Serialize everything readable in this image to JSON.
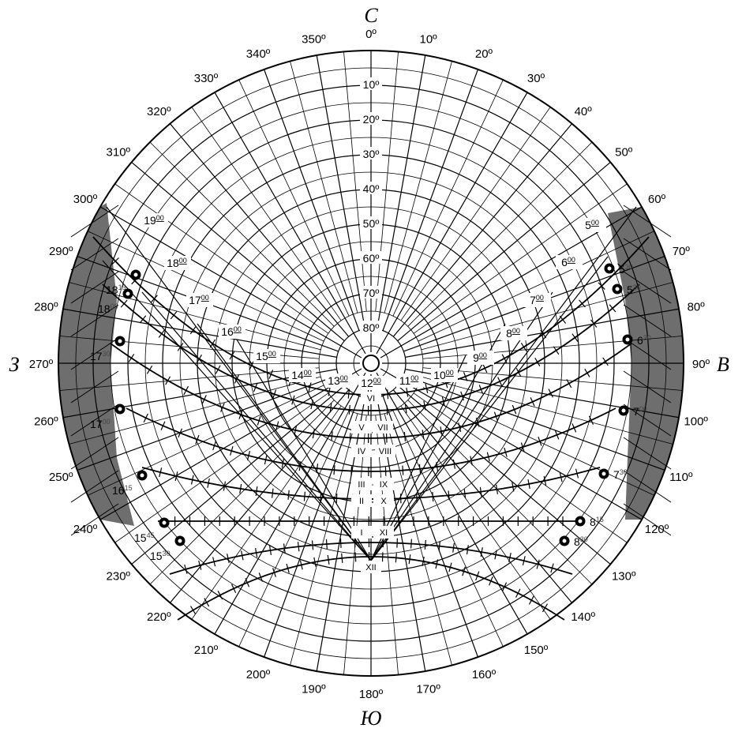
{
  "cardinals": {
    "north": "С",
    "south": "Ю",
    "east": "В",
    "west": "З"
  },
  "azimuth_labels": [
    "0º",
    "10º",
    "20º",
    "30º",
    "40º",
    "50º",
    "60º",
    "70º",
    "80º",
    "90º",
    "100º",
    "110º",
    "120º",
    "130º",
    "140º",
    "150º",
    "160º",
    "170º",
    "180º",
    "190º",
    "200º",
    "210º",
    "220º",
    "230º",
    "240º",
    "250º",
    "260º",
    "270º",
    "280º",
    "290º",
    "300º",
    "310º",
    "320º",
    "330º",
    "340º",
    "350º"
  ],
  "altitude_labels": [
    "10º",
    "20º",
    "30º",
    "40º",
    "50º",
    "60º",
    "70º",
    "80º"
  ],
  "hour_labels": [
    {
      "h": "5",
      "m": "00"
    },
    {
      "h": "6",
      "m": "00"
    },
    {
      "h": "7",
      "m": "00"
    },
    {
      "h": "8",
      "m": "00"
    },
    {
      "h": "9",
      "m": "00"
    },
    {
      "h": "10",
      "m": "00"
    },
    {
      "h": "11",
      "m": "00"
    },
    {
      "h": "12",
      "m": "00"
    },
    {
      "h": "13",
      "m": "00"
    },
    {
      "h": "14",
      "m": "00"
    },
    {
      "h": "15",
      "m": "00"
    },
    {
      "h": "16",
      "m": "00"
    },
    {
      "h": "17",
      "m": "00"
    },
    {
      "h": "18",
      "m": "00"
    },
    {
      "h": "19",
      "m": "00"
    }
  ],
  "month_labels": [
    "VI",
    "V",
    "VII",
    "IV",
    "VIII",
    "III",
    "IX",
    "II",
    "X",
    "I",
    "XI",
    "XII"
  ],
  "event_labels_east": [
    {
      "h": "5",
      "m": "30"
    },
    {
      "h": "5",
      "m": "30"
    },
    {
      "h": "6",
      "m": "30"
    },
    {
      "h": "7",
      "m": "00"
    },
    {
      "h": "7",
      "m": "30"
    },
    {
      "h": "8",
      "m": "15"
    },
    {
      "h": "8",
      "m": "30"
    }
  ],
  "event_labels_west": [
    {
      "h": "18",
      "m": "15"
    },
    {
      "h": "18",
      "m": "00"
    },
    {
      "h": "17",
      "m": "30"
    },
    {
      "h": "17",
      "m": "00"
    },
    {
      "h": "16",
      "m": "15"
    },
    {
      "h": "15",
      "m": "45"
    },
    {
      "h": "15",
      "m": "30"
    }
  ],
  "colors": {
    "shade": "#6e6e6e",
    "line": "#000000",
    "background": "#ffffff"
  }
}
